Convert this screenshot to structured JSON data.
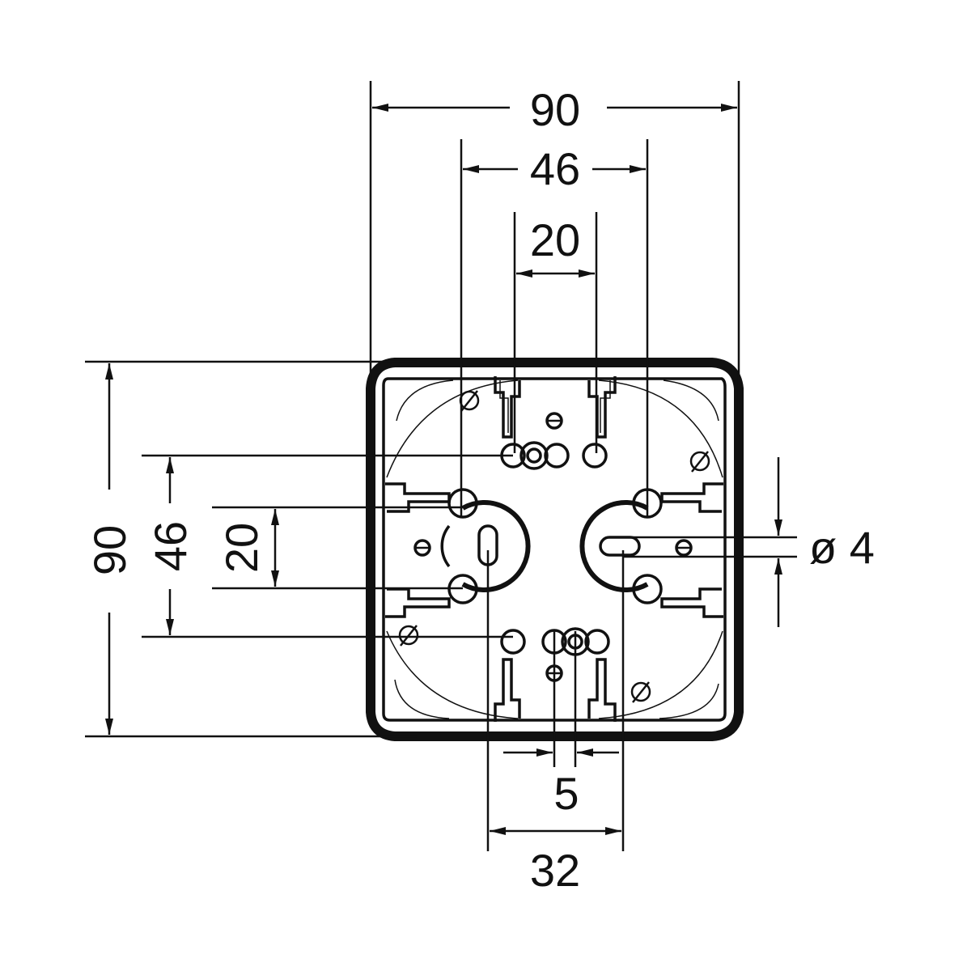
{
  "dimensions": {
    "top_outer": "90",
    "top_mid": "46",
    "top_inner": "20",
    "left_outer": "90",
    "left_mid": "46",
    "left_inner": "20",
    "hole_diameter": "ø 4",
    "bottom_small": "5",
    "bottom_wide": "32"
  },
  "colors": {
    "line": "#111111",
    "background": "#ffffff"
  }
}
